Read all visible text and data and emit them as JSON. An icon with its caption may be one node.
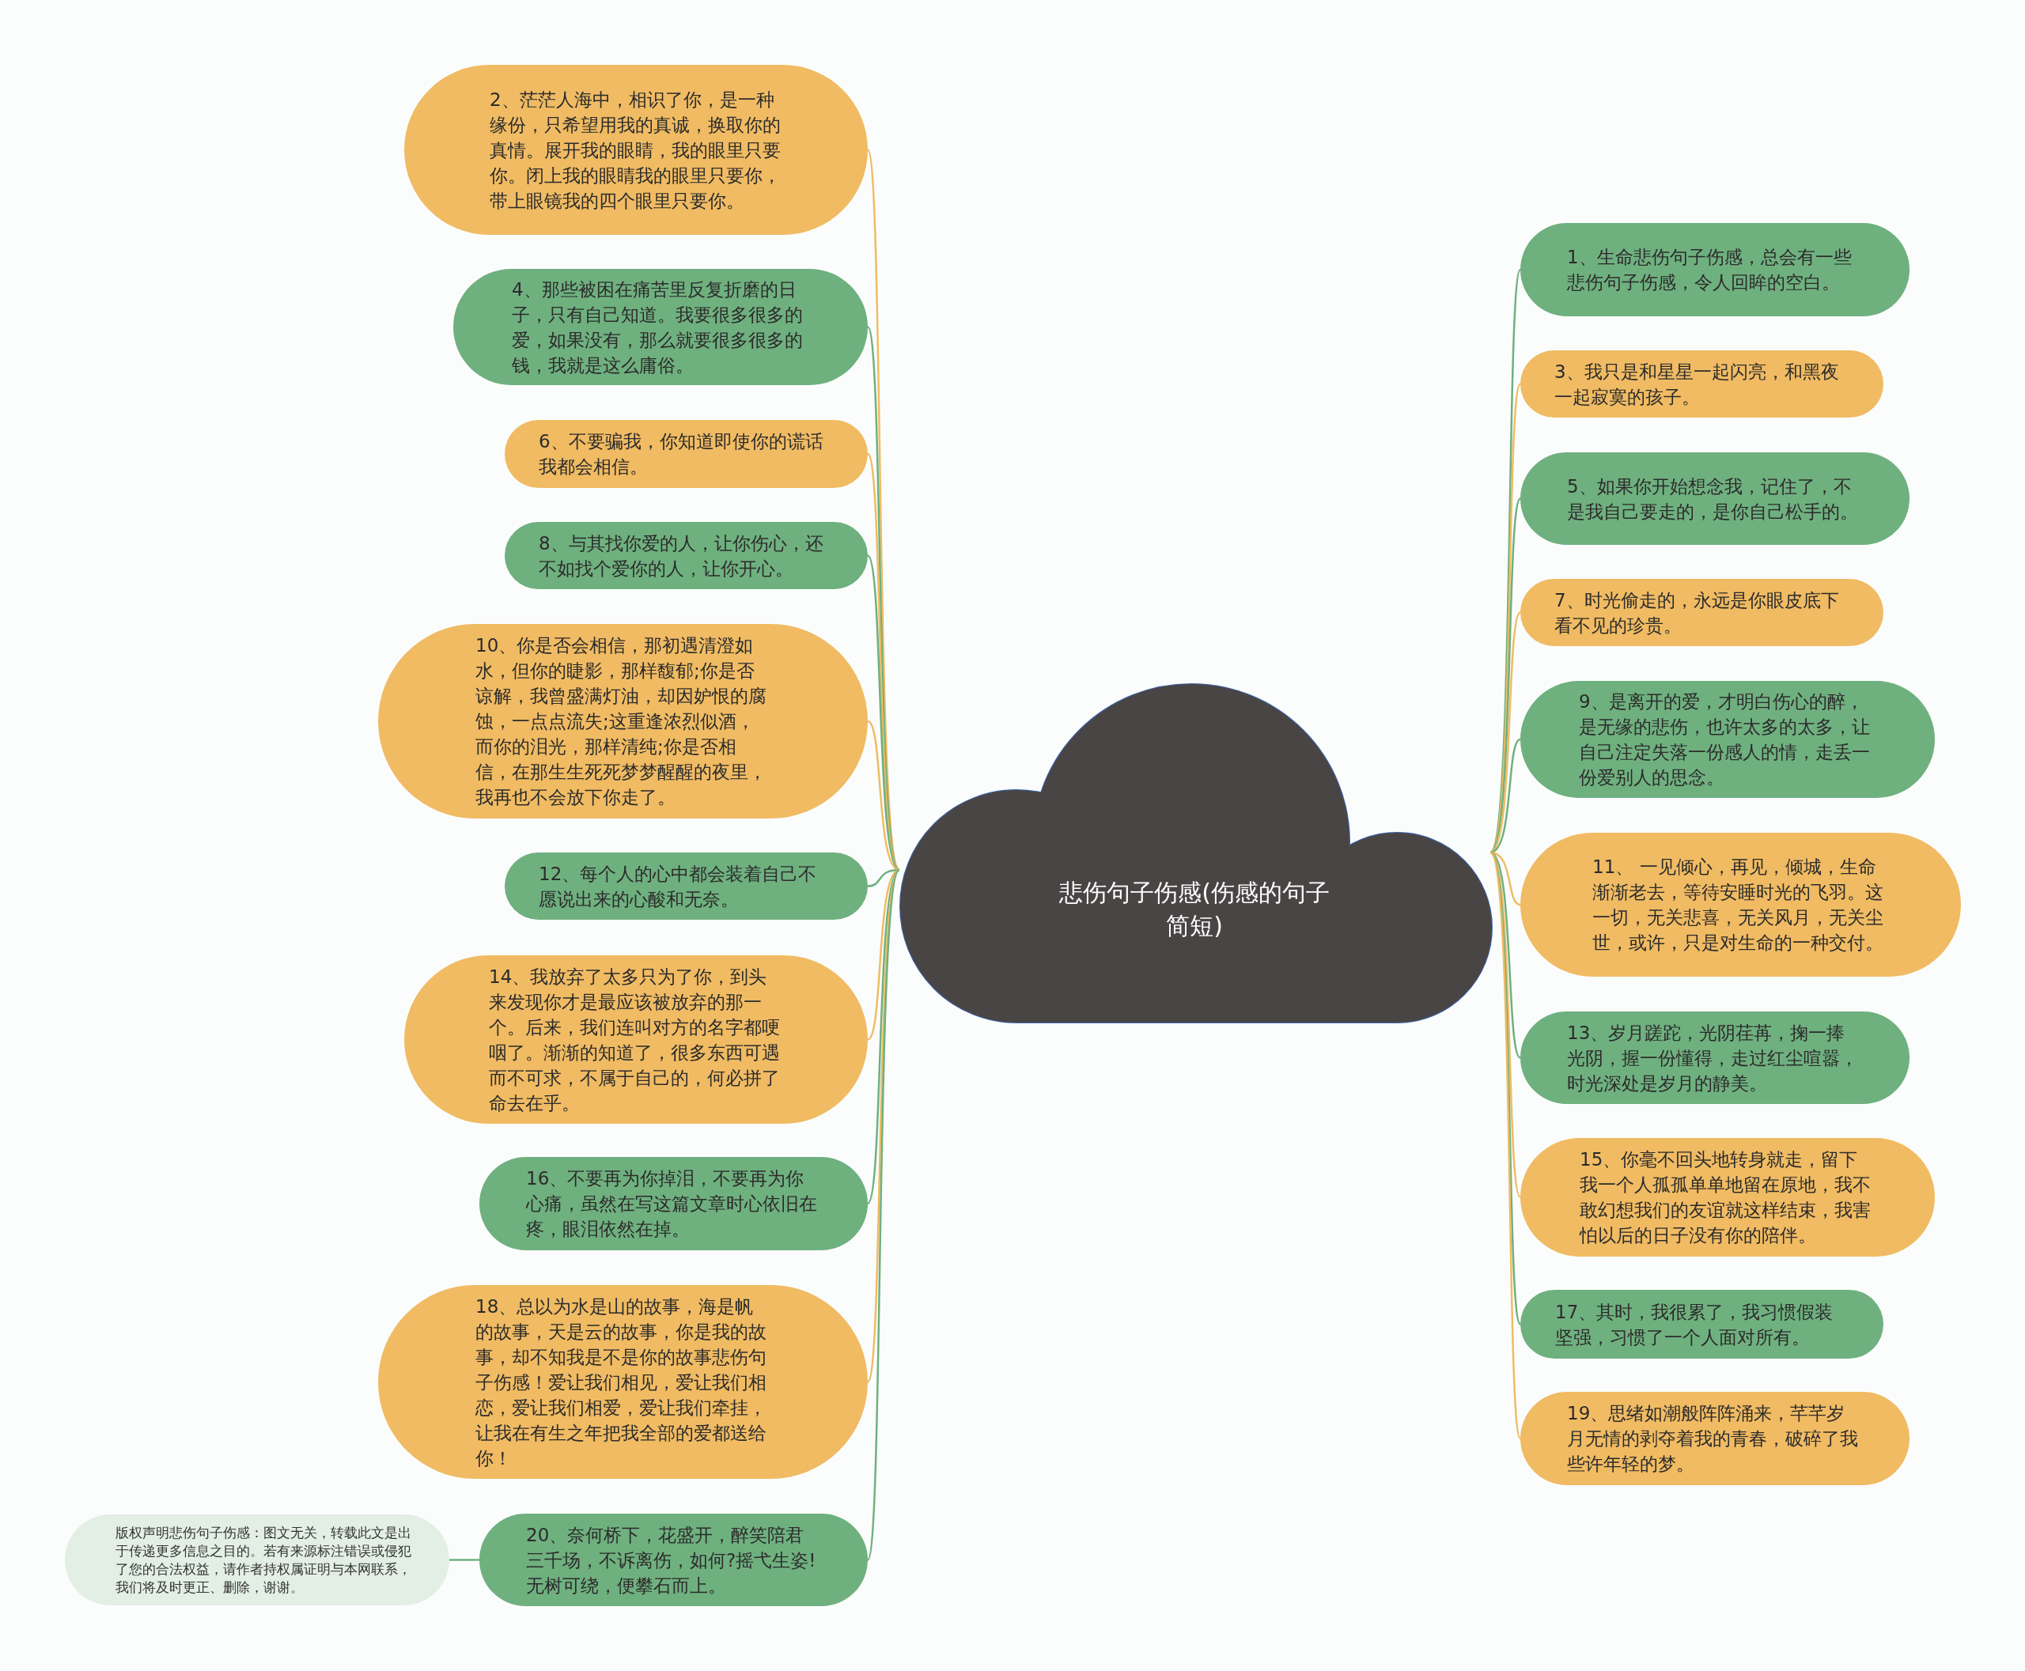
{
  "diagram": {
    "nodes": [
      {
        "text": [
          "悲伤句子伤感(伤感的句子简短)"
        ]
      },
      {
        "text": [
          "1、生命悲伤句子伤感，总会有一些悲伤句子伤感，令人回眸的空白。"
        ]
      },
      {
        "text": [
          "2、茫茫人海中，相识了你，是一种缘份，只希望用我的真诚，换取你的真情。展开我的眼睛，我的眼里只要你。闭上我的眼睛我的眼里只要你，带上眼镜我的四个眼里只要你。"
        ]
      },
      {
        "text": [
          "3、我只是和星星一起闪亮，和黑夜一起寂寞的孩子。"
        ]
      },
      {
        "text": [
          "4、那些被困在痛苦里反复折磨的日子，只有自己知道。我要很多很多的爱，如果没有，那么就要很多很多的钱，我就是这么庸俗。"
        ]
      },
      {
        "text": [
          "5、如果你开始想念我，记住了，不是我自己要走的，是你自己松手的。"
        ]
      },
      {
        "text": [
          "6、不要骗我，你知道即使你的谎话我都会相信。"
        ]
      },
      {
        "text": [
          "7、时光偷走的，永远是你眼皮底下看不见的珍贵。"
        ]
      },
      {
        "text": [
          "8、与其找你爱的人，让你伤心，还不如找个爱你的人，让你开心。"
        ]
      },
      {
        "text": [
          "9、是离开的爱，才明白伤心的醉，是无缘的悲伤，也许太多的太多，让自己注定失落一份感人的情，走丢一份爱别人的思念。"
        ]
      },
      {
        "text": [
          "10、你是否会相信，那初遇清澄如水，但你的睫影，那样馥郁;你是否谅解，我曾盛满灯油，却因妒恨的腐蚀，一点点流失;这重逢浓烈似酒，而你的泪光，那样清纯;你是否相信，在那生生死死梦梦醒醒的夜里，我再也不会放下你走了。"
        ]
      },
      {
        "text": [
          "11、 一见倾心，再见，倾城，生命渐渐老去，等待安睡时光的飞羽。这一切，无关悲喜，无关风月，无关尘世，或许，只是对生命的一种交付。"
        ]
      },
      {
        "text": [
          "12、每个人的心中都会装着自己不愿说出来的心酸和无奈。"
        ]
      },
      {
        "text": [
          "13、岁月蹉跎，光阴荏苒，掬一捧光阴，握一份懂得，走过红尘喧嚣，时光深处是岁月的静美。"
        ]
      },
      {
        "text": [
          "14、我放弃了太多只为了你，到头来发现你才是最应该被放弃的那一个。后来，我们连叫对方的名字都哽咽了。渐渐的知道了，很多东西可遇而不可求，不属于自己的，何必拼了命去在乎。"
        ]
      },
      {
        "text": [
          "15、你毫不回头地转身就走，留下我一个人孤孤单单地留在原地，我不敢幻想我们的友谊就这样结束，我害怕以后的日子没有你的陪伴。"
        ]
      },
      {
        "text": [
          "16、不要再为你掉泪，不要再为你心痛，虽然在写这篇文章时心依旧在疼，眼泪依然在掉。"
        ]
      },
      {
        "text": [
          "17、其时，我很累了，我习惯假装坚强，习惯了一个人面对所有。"
        ]
      },
      {
        "text": [
          "18、总以为水是山的故事，海是帆的故事，天是云的故事，你是我的故事，却不知我是不是你的故事悲伤句子伤感！爱让我们相见，爱让我们相恋，爱让我们相爱，爱让我们牵挂，让我在有生之年把我全部的爱都送给你！"
        ]
      },
      {
        "text": [
          "19、思绪如潮般阵阵涌来，芊芊岁月无情的剥夺着我的青春，破碎了我些许年轻的梦。"
        ]
      },
      {
        "text": [
          "20、奈何桥下，花盛开，醉笑陪君三千场，不诉离伤，如何?摇弋生姿!无树可绕，便攀石而上。"
        ]
      },
      {
        "text": [
          "版权声明悲伤句子伤感：图文无关，转载此文是出于传递更多信息之目的。若有来源标注错误或侵犯了您的合法权益，请作者持权属证明与本网联系，我们将及时更正、删除，谢谢。"
        ]
      }
    ],
    "edges": [
      {
        "from": 0,
        "to": 1,
        "arrow": "none"
      },
      {
        "from": 0,
        "to": 2,
        "arrow": "none",
        "color": "#f0bb63"
      },
      {
        "from": 0,
        "to": 3,
        "arrow": "none",
        "color": "#f0bb63"
      },
      {
        "from": 0,
        "to": 4,
        "arrow": "none"
      },
      {
        "from": 0,
        "to": 5,
        "arrow": "none"
      },
      {
        "from": 0,
        "to": 6,
        "arrow": "none",
        "color": "#f0bb63"
      },
      {
        "from": 0,
        "to": 7,
        "arrow": "none",
        "color": "#f0bb63"
      },
      {
        "from": 0,
        "to": 8,
        "arrow": "none"
      },
      {
        "from": 0,
        "to": 9,
        "arrow": "none"
      },
      {
        "from": 0,
        "to": 10,
        "arrow": "none",
        "color": "#f0bb63"
      },
      {
        "from": 0,
        "to": 11,
        "arrow": "none",
        "color": "#f0bb63"
      },
      {
        "from": 0,
        "to": 12,
        "arrow": "none"
      },
      {
        "from": 0,
        "to": 13,
        "arrow": "none"
      },
      {
        "from": 0,
        "to": 14,
        "arrow": "none",
        "color": "#f0bb63"
      },
      {
        "from": 0,
        "to": 15,
        "arrow": "none",
        "color": "#f0bb63"
      },
      {
        "from": 0,
        "to": 16,
        "arrow": "none"
      },
      {
        "from": 0,
        "to": 17,
        "arrow": "none"
      },
      {
        "from": 0,
        "to": 18,
        "arrow": "none",
        "color": "#f0bb63"
      },
      {
        "from": 0,
        "to": 19,
        "arrow": "none",
        "color": "#f0bb63"
      },
      {
        "from": 0,
        "to": 20,
        "arrow": "none"
      },
      {
        "from": 20,
        "to": 21,
        "arrow": "none"
      }
    ]
  }
}
